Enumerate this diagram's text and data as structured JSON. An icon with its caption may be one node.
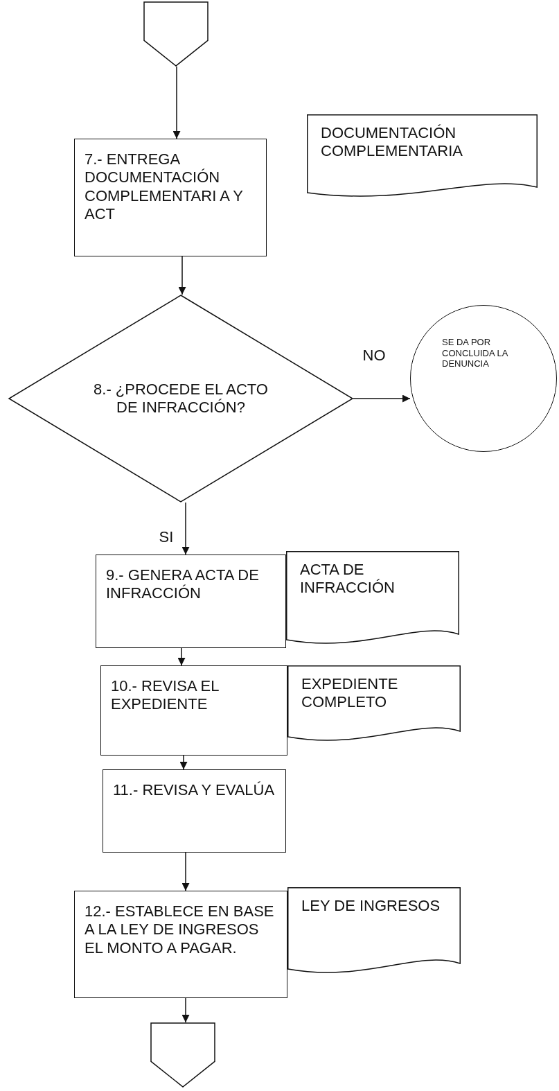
{
  "diagram": {
    "nodes": [
      {
        "text": [],
        "shape": "pentagon"
      },
      {
        "text": [
          "7.- ENTREGA DOCUMENTACIÓN COMPLEMENTARI A Y ACT"
        ]
      },
      {
        "text": [
          "DOCUMENTACIÓN COMPLEMENTARIA"
        ]
      },
      {
        "text": [
          "8.- ¿PROCEDE EL ACTO DE INFRACCIÓN?"
        ]
      },
      {
        "text": [
          "SE DA POR CONCLUIDA LA DENUNCIA"
        ]
      },
      {
        "text": [
          "9.- GENERA ACTA DE INFRACCIÓN"
        ]
      },
      {
        "text": [
          "ACTA DE INFRACCIÓN"
        ]
      },
      {
        "text": [
          "10.- REVISA EL EXPEDIENTE"
        ]
      },
      {
        "text": [
          "EXPEDIENTE COMPLETO"
        ]
      },
      {
        "text": [
          "11.- REVISA Y EVALÚA"
        ]
      },
      {
        "text": [
          "12.- ESTABLECE EN BASE A LA LEY DE INGRESOS EL MONTO A PAGAR."
        ]
      },
      {
        "text": [
          "LEY DE INGRESOS"
        ]
      },
      {
        "text": [],
        "shape": "pentagon"
      }
    ],
    "edges": [
      {
        "from": 0,
        "to": 1,
        "arrow": "to"
      },
      {
        "from": 1,
        "to": 3,
        "arrow": "to"
      },
      {
        "from": 3,
        "to": 4,
        "arrow": "to",
        "label": "NO"
      },
      {
        "from": 3,
        "to": 5,
        "arrow": "to",
        "label": "SI"
      },
      {
        "from": 5,
        "to": 7,
        "arrow": "to"
      },
      {
        "from": 7,
        "to": 9,
        "arrow": "to"
      },
      {
        "from": 9,
        "to": 10,
        "arrow": "to"
      },
      {
        "from": 10,
        "to": 12,
        "arrow": "to"
      }
    ]
  }
}
